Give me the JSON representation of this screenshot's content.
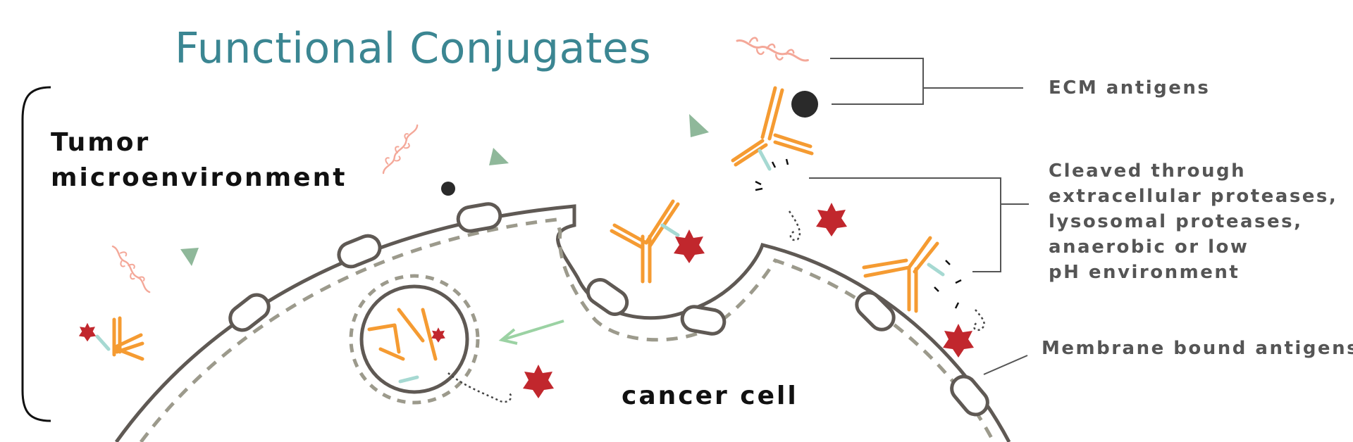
{
  "title": "Functional Conjugates",
  "tumor_label": [
    "Tumor",
    "microenvironment"
  ],
  "cell_label": "cancer cell",
  "callouts": {
    "ecm": "ECM antigens",
    "cleaved": [
      "Cleaved through",
      "extracellular proteases,",
      "lysosomal proteases,",
      "anaerobic or low",
      "pH environment"
    ],
    "membrane": "Membrane bound antigens"
  },
  "colors": {
    "title": "#3b8692",
    "membrane": "#5f5954",
    "inner_membrane": "#9c9a8c",
    "antibody": "#f59b32",
    "linker": "#a6d9d2",
    "payload": "#c1272d",
    "ecm_fiber": "#f4a899",
    "ecm_triangle": "#8fb89a",
    "ecm_particle": "#2a2a2a",
    "arrow": "#9bd2a3",
    "callout_line": "#555555"
  }
}
